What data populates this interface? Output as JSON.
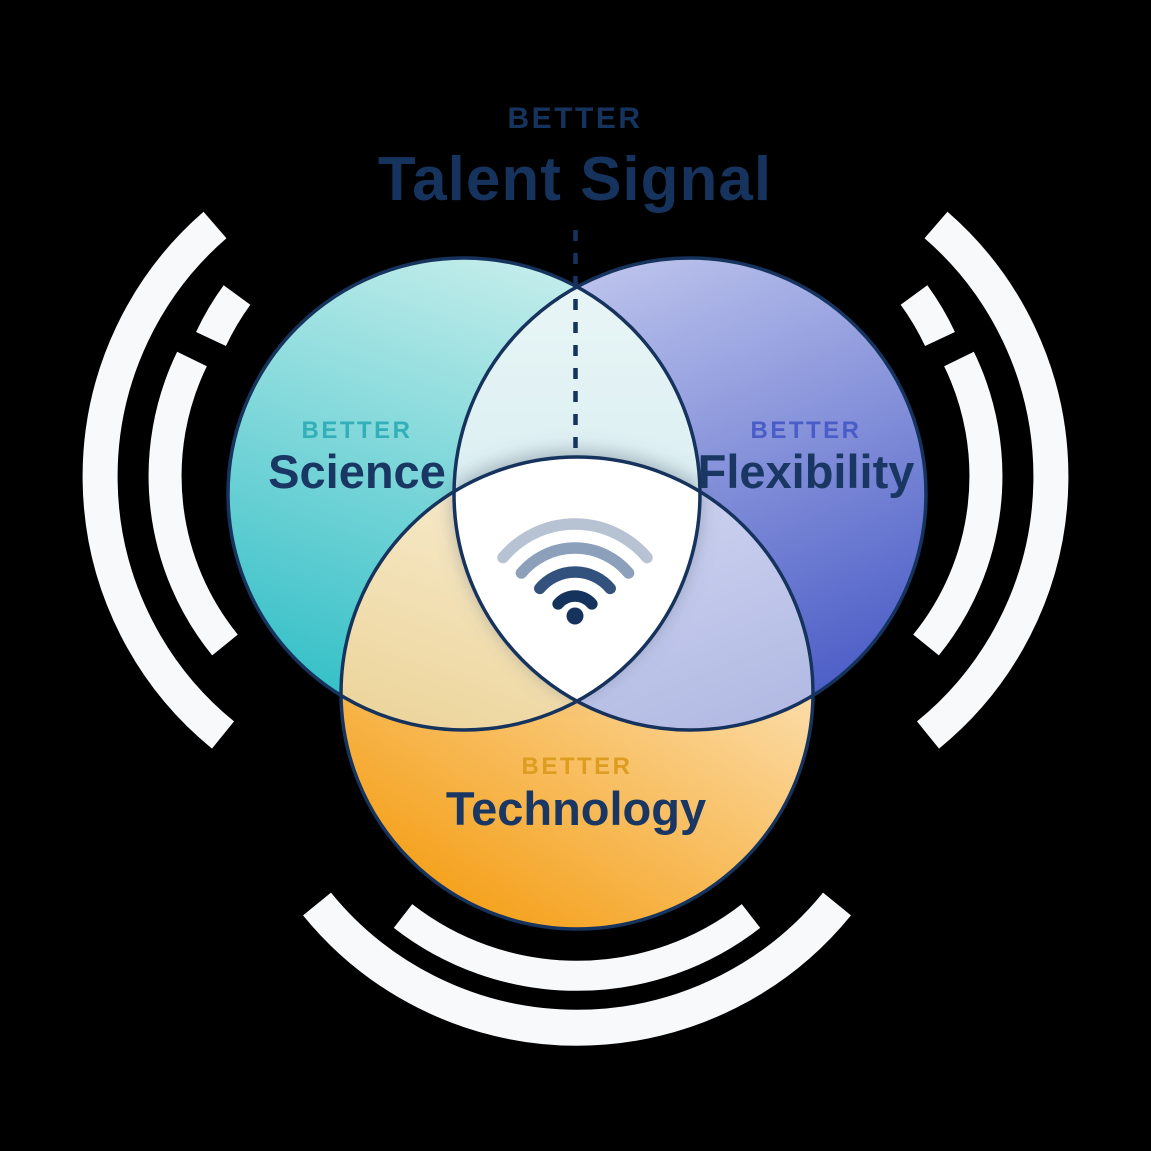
{
  "title": {
    "eyebrow": "BETTER",
    "main": "Talent Signal"
  },
  "circles": [
    {
      "id": "science",
      "eyebrow": "BETTER",
      "label": "Science",
      "eyebrow_color": "#33AFBA",
      "gradient_from": "#C0ECEA",
      "gradient_to": "#2FBEC6"
    },
    {
      "id": "flexibility",
      "eyebrow": "BETTER",
      "label": "Flexibility",
      "eyebrow_color": "#4A5CC8",
      "gradient_from": "#BCC3EC",
      "gradient_to": "#4759C5"
    },
    {
      "id": "technology",
      "eyebrow": "BETTER",
      "label": "Technology",
      "eyebrow_color": "#DD9D20",
      "gradient_from": "#FDEDD0",
      "gradient_to": "#F5A21E"
    }
  ],
  "overlaps": {
    "science_flexibility": "#DCEFF2",
    "science_technology": "#F4E4C0",
    "flexibility_technology": "#C5CBEC",
    "center": "#FFFFFF"
  },
  "center": {
    "icon": "wifi-signal-icon",
    "wifi_arc_colors": [
      "#B7C3D3",
      "#8CA0BC",
      "#33517D",
      "#16335E"
    ],
    "dot_color": "#16335E"
  },
  "colors": {
    "background": "#000000",
    "navy": "#16335E",
    "text_navy": "#1A3764",
    "arc_white": "#F7F9FB"
  }
}
